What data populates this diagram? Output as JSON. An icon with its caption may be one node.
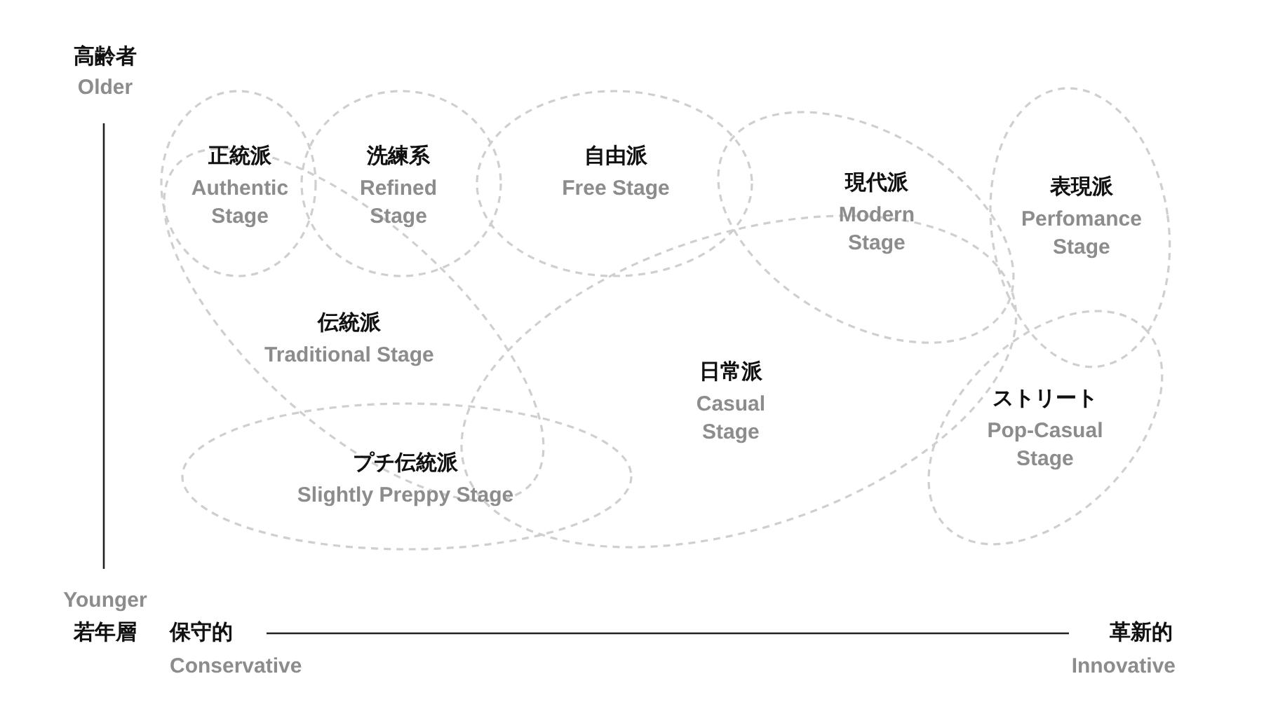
{
  "diagram": {
    "nodes": [
      {
        "text": [
          "正統派",
          "Authentic Stage"
        ]
      },
      {
        "text": [
          "洗練系",
          "Refined Stage"
        ]
      },
      {
        "text": [
          "自由派",
          "Free Stage"
        ]
      },
      {
        "text": [
          "現代派",
          "Modern Stage"
        ]
      },
      {
        "text": [
          "表現派",
          "Perfomance Stage"
        ]
      },
      {
        "text": [
          "伝統派",
          "Traditional Stage"
        ]
      },
      {
        "text": [
          "日常派",
          "Casual Stage"
        ]
      },
      {
        "text": [
          "ストリート",
          "Pop-Casual Stage"
        ]
      },
      {
        "text": [
          "プチ伝統派",
          "Slightly Preppy Stage"
        ]
      }
    ],
    "labels": [
      "高齢者",
      "Older",
      "Younger",
      "若年層",
      "保守的",
      "革新的",
      "Conservative",
      "Innovative"
    ]
  }
}
